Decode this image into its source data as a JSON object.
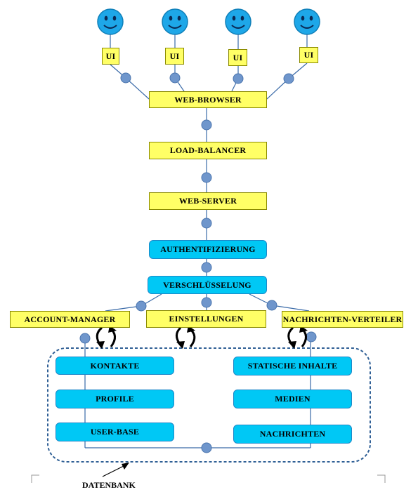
{
  "ui_labels": [
    "UI",
    "UI",
    "UI",
    "UI"
  ],
  "web_browser": "WEB-BROWSER",
  "load_balancer": "LOAD-BALANCER",
  "web_server": "WEB-SERVER",
  "authentifizierung": "AUTHENTIFIZIERUNG",
  "verschluesselung": "VERSCHLÜSSELUNG",
  "account_manager": "ACCOUNT-MANAGER",
  "einstellungen": "EINSTELLUNGEN",
  "nachrichten_verteiler": "NACHRICHTEN-VERTEILER",
  "db_left": [
    "KONTAKTE",
    "PROFILE",
    "USER-BASE"
  ],
  "db_right": [
    "STATISCHE INHALTE",
    "MEDIEN",
    "NACHRICHTEN"
  ],
  "datenbank": "DATENBANK",
  "colors": {
    "yellow_fill": "#ffff66",
    "blue_fill": "#00c8f5",
    "node_fill": "#6f96cc",
    "line": "#3a6aa8",
    "smiley": "#1ea7e8"
  }
}
